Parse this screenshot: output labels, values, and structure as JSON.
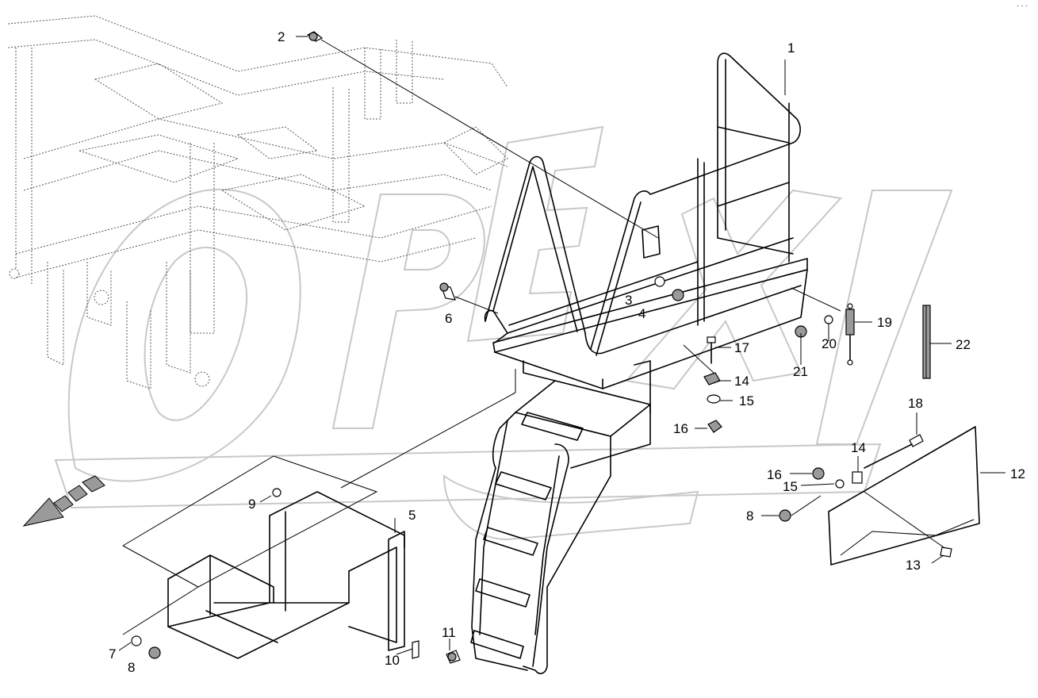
{
  "corner_mark": "- - -",
  "watermark": {
    "text": "OPEX"
  },
  "callouts": {
    "c1": "1",
    "c2": "2",
    "c3": "3",
    "c4": "4",
    "c5": "5",
    "c6": "6",
    "c7": "7",
    "c8a": "8",
    "c8b": "8",
    "c9": "9",
    "c10": "10",
    "c11": "11",
    "c12": "12",
    "c13": "13",
    "c14a": "14",
    "c14b": "14",
    "c15a": "15",
    "c15b": "15",
    "c16a": "16",
    "c16b": "16",
    "c17": "17",
    "c18": "18",
    "c19": "19",
    "c20": "20",
    "c21": "21",
    "c22": "22"
  },
  "colors": {
    "line": "#000000",
    "frame": "#555555",
    "watermark": "#c8c8c8",
    "hardware_fill": "#9a9a9a"
  }
}
